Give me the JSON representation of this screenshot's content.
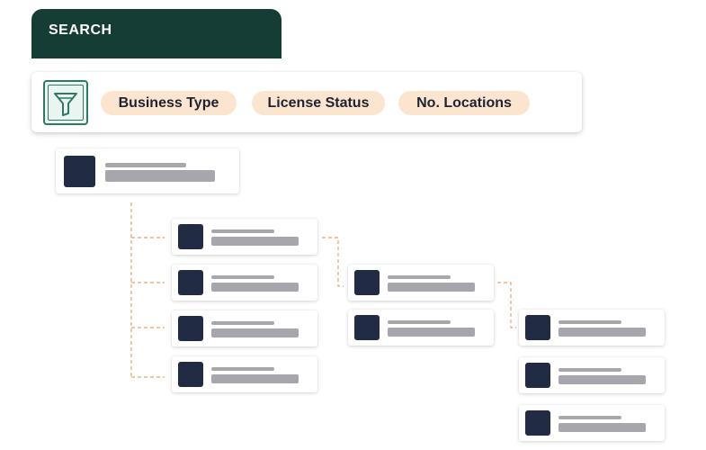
{
  "search": {
    "title": "SEARCH"
  },
  "filters": {
    "icon": "filter-funnel-icon",
    "chips": [
      "Business Type",
      "License Status",
      "No. Locations"
    ]
  },
  "tree": {
    "root": {
      "label": ""
    },
    "level1": [
      "",
      "",
      "",
      ""
    ],
    "level2": [
      "",
      ""
    ],
    "level3": [
      "",
      "",
      ""
    ]
  },
  "colors": {
    "header": "#163d35",
    "chip_bg": "#fce5cf",
    "avatar": "#212b44",
    "placeholder": "#a7a6ac",
    "connector": "#e8a46a",
    "filter_accent": "#2f7a66"
  }
}
